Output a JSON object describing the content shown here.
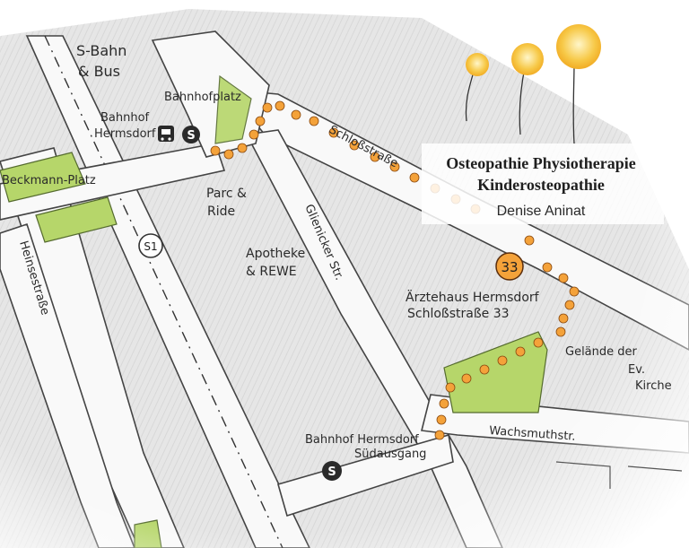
{
  "map": {
    "labels": {
      "sbahn_bus": [
        "S-Bahn",
        "& Bus"
      ],
      "bahnhof": [
        "Bahnhof",
        "Hermsdorf"
      ],
      "bahnhofplatz": "Bahnhofplatz",
      "beckmann": "Beckmann-Platz",
      "heinsestrasse": "Heinsestraße",
      "parc_ride": [
        "Parc &",
        "Ride"
      ],
      "apotheke": [
        "Apotheke",
        "& REWE"
      ],
      "gleinicker": "Glienicker Str.",
      "schlossstrasse": "Schloßstraße",
      "s1": "S1",
      "s_badge": "S",
      "aerztehaus": [
        "Ärztehaus Hermsdorf",
        "Schloßstraße 33"
      ],
      "address_number": "33",
      "gelaende": [
        "Gelände der",
        "Ev.",
        "Kirche"
      ],
      "suedausgang": [
        "Bahnhof Hermsdorf",
        "Südausgang"
      ],
      "wachsmuth": "Wachsmuthstr."
    },
    "practice": {
      "line1": "Osteopathie Physiotherapie",
      "line2": "Kinderosteopathie",
      "name": "Denise Aninat"
    },
    "colors": {
      "paper": "#e9e9e9",
      "road": "#f8f8f8",
      "green": "#b6d66a",
      "route_dot": "#f4a23a",
      "logo_yellow": "#f7c948"
    },
    "icons": [
      "bus-icon",
      "s-bahn-icon",
      "s-bahn-south-icon",
      "route-dots",
      "flower-logo-icon"
    ]
  }
}
